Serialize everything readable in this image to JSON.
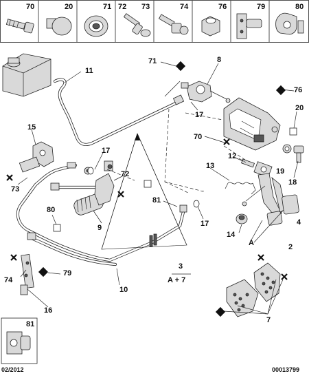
{
  "header_refs": [
    "70",
    "20",
    "71",
    "72",
    "73",
    "74",
    "76",
    "79",
    "80"
  ],
  "callouts": [
    "8",
    "11",
    "71",
    "76",
    "17",
    "20",
    "70",
    "15",
    "12",
    "19",
    "73",
    "17",
    "72",
    "13",
    "18",
    "81",
    "80",
    "17",
    "9",
    "14",
    "A",
    "2",
    "4",
    "74",
    "79",
    "3",
    "A + 7",
    "10",
    "16",
    "7"
  ],
  "inset_ref": "81",
  "footer_date": "02/2012",
  "footer_ref": "00013799",
  "symbols": {
    "square_filled": "#111111",
    "square_open": "#ffffff",
    "cross": "#111111"
  }
}
